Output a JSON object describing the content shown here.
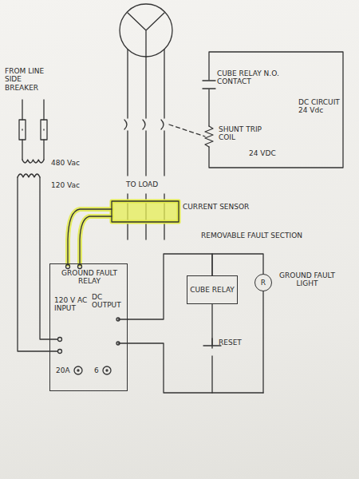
{
  "diagram": {
    "nodes": [
      {
        "text": [
          "CUBE RELAY N.O. CONTACT",
          "SHUNT TRIP COIL",
          "24 VDC",
          "DC CIRCUIT 24 Vdc"
        ]
      },
      {
        "text": [
          "GROUND FAULT RELAY",
          "120 V AC INPUT",
          "DC OUTPUT"
        ]
      },
      {
        "text": [
          "CUBE RELAY"
        ]
      },
      {
        "text": [
          "R",
          "GROUND FAULT LIGHT"
        ]
      }
    ],
    "edges": [
      {
        "from": 1,
        "to": 2,
        "arrow": "none"
      },
      {
        "from": 2,
        "to": 3,
        "arrow": "none"
      }
    ],
    "labels": [
      "FROM LINE SIDE BREAKER",
      "480 Vac",
      "120 Vac",
      "TO LOAD",
      "CURRENT SENSOR",
      "REMOVABLE FAULT SECTION",
      "RESET",
      "20A",
      "6"
    ]
  }
}
